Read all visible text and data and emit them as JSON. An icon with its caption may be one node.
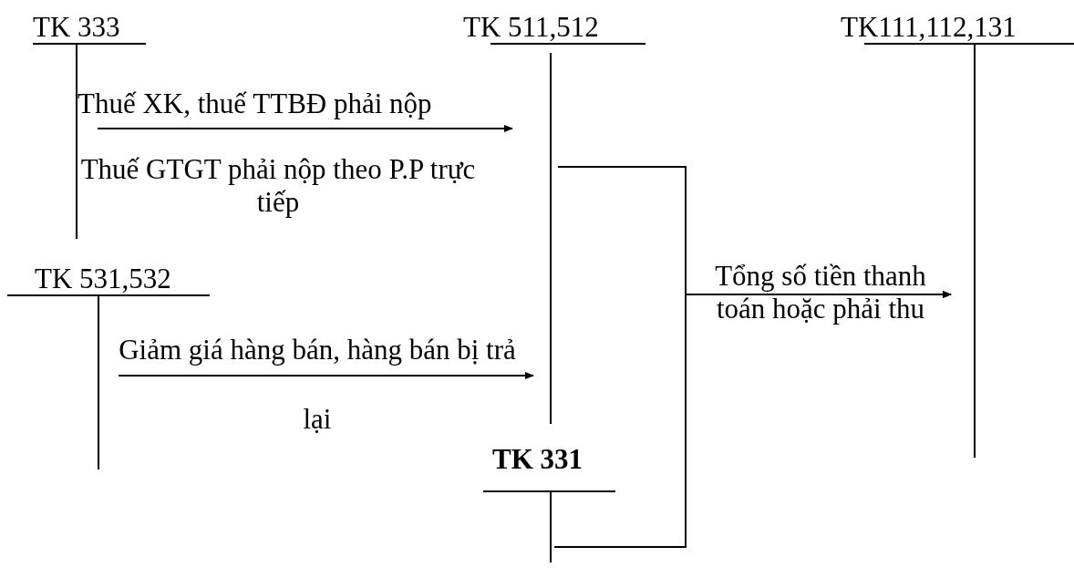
{
  "diagram": {
    "nodes": [
      {
        "text": [
          "TK 333"
        ]
      },
      {
        "text": [
          "TK 511,512"
        ]
      },
      {
        "text": [
          "TK111,112,131"
        ]
      },
      {
        "text": [
          "TK 531,532"
        ]
      },
      {
        "text": [
          "TK 331"
        ]
      }
    ],
    "edges": [
      {
        "from": 0,
        "to": 1,
        "arrow": "to",
        "label": "Thuế XK, thuế TTBĐ phải nộp"
      },
      {
        "from": 3,
        "to": 1,
        "arrow": "to",
        "label": "Giảm giá hàng bán, hàng bán bị trả lại"
      },
      {
        "from": 1,
        "to": 2,
        "arrow": "to",
        "label": "Tổng số tiền thanh toán hoặc phải thu"
      },
      {
        "from": 4,
        "to": 2,
        "arrow": "to"
      }
    ],
    "labels": [
      "Thuế GTGT phải nộp theo P.P trực tiếp"
    ]
  }
}
